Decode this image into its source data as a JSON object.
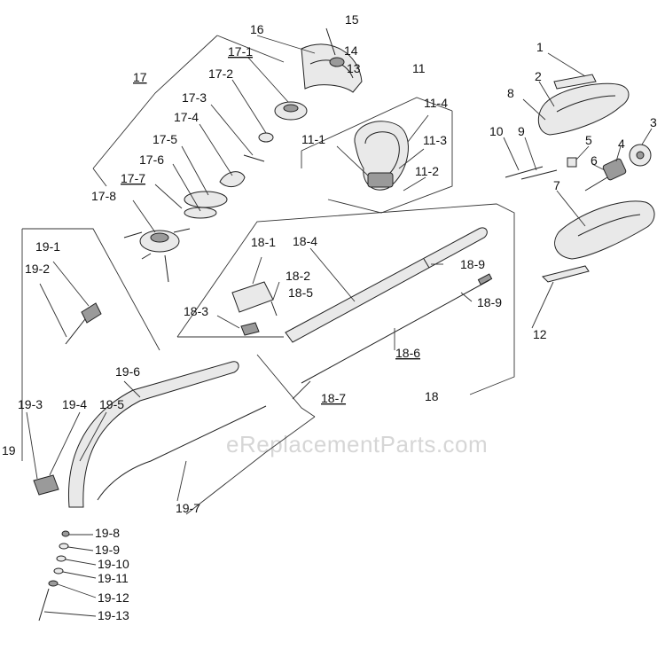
{
  "watermark": "eReplacementParts.com",
  "callouts": [
    {
      "id": "c1",
      "text": "1"
    },
    {
      "id": "c2",
      "text": "2"
    },
    {
      "id": "c3",
      "text": "3"
    },
    {
      "id": "c4",
      "text": "4"
    },
    {
      "id": "c5",
      "text": "5"
    },
    {
      "id": "c6",
      "text": "6"
    },
    {
      "id": "c7",
      "text": "7"
    },
    {
      "id": "c8",
      "text": "8"
    },
    {
      "id": "c9",
      "text": "9"
    },
    {
      "id": "c10",
      "text": "10"
    },
    {
      "id": "c11",
      "text": "11"
    },
    {
      "id": "c11_1",
      "text": "11-1"
    },
    {
      "id": "c11_2",
      "text": "11-2"
    },
    {
      "id": "c11_3",
      "text": "11-3"
    },
    {
      "id": "c11_4",
      "text": "11-4"
    },
    {
      "id": "c12",
      "text": "12"
    },
    {
      "id": "c13",
      "text": "13"
    },
    {
      "id": "c14",
      "text": "14"
    },
    {
      "id": "c15",
      "text": "15"
    },
    {
      "id": "c16",
      "text": "16"
    },
    {
      "id": "c17",
      "text": "17"
    },
    {
      "id": "c17_1",
      "text": "17-1"
    },
    {
      "id": "c17_2",
      "text": "17-2"
    },
    {
      "id": "c17_3",
      "text": "17-3"
    },
    {
      "id": "c17_4",
      "text": "17-4"
    },
    {
      "id": "c17_5",
      "text": "17-5"
    },
    {
      "id": "c17_6",
      "text": "17-6"
    },
    {
      "id": "c17_7",
      "text": "17-7"
    },
    {
      "id": "c17_8",
      "text": "17-8"
    },
    {
      "id": "c18",
      "text": "18"
    },
    {
      "id": "c18_1",
      "text": "18-1"
    },
    {
      "id": "c18_2",
      "text": "18-2"
    },
    {
      "id": "c18_3",
      "text": "18-3"
    },
    {
      "id": "c18_4",
      "text": "18-4"
    },
    {
      "id": "c18_5",
      "text": "18-5"
    },
    {
      "id": "c18_6",
      "text": "18-6"
    },
    {
      "id": "c18_7",
      "text": "18-7"
    },
    {
      "id": "c18_9a",
      "text": "18-9"
    },
    {
      "id": "c18_9b",
      "text": "18-9"
    },
    {
      "id": "c19",
      "text": "19"
    },
    {
      "id": "c19_1",
      "text": "19-1"
    },
    {
      "id": "c19_2",
      "text": "19-2"
    },
    {
      "id": "c19_3",
      "text": "19-3"
    },
    {
      "id": "c19_4",
      "text": "19-4"
    },
    {
      "id": "c19_5",
      "text": "19-5"
    },
    {
      "id": "c19_6",
      "text": "19-6"
    },
    {
      "id": "c19_7",
      "text": "19-7"
    },
    {
      "id": "c19_8",
      "text": "19-8"
    },
    {
      "id": "c19_9",
      "text": "19-9"
    },
    {
      "id": "c19_10",
      "text": "19-10"
    },
    {
      "id": "c19_11",
      "text": "19-11"
    },
    {
      "id": "c19_12",
      "text": "19-12"
    },
    {
      "id": "c19_13",
      "text": "19-13"
    }
  ]
}
